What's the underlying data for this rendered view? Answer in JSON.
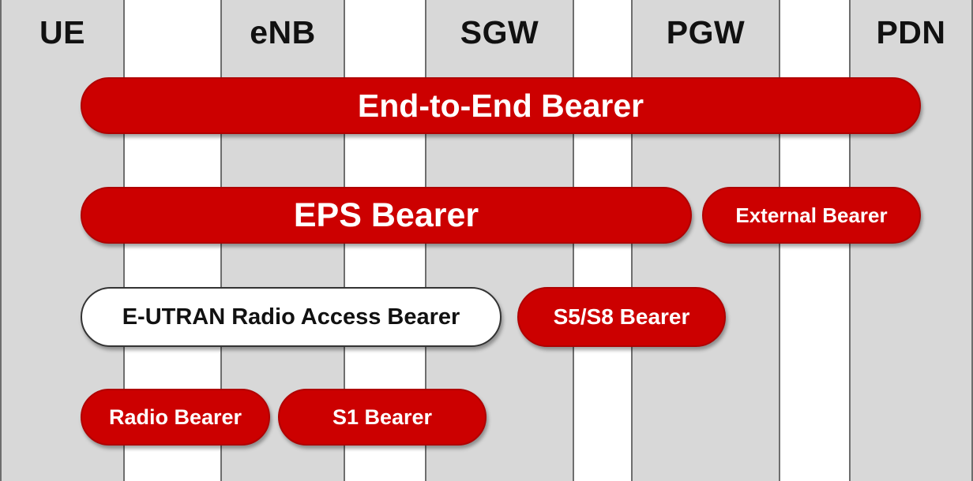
{
  "colors": {
    "column_fill": "#d8d8d8",
    "column_border": "#6e6e6e",
    "bearer_red": "#cc0000",
    "bearer_white": "#ffffff"
  },
  "nodes": {
    "ue": "UE",
    "enb": "eNB",
    "sgw": "SGW",
    "pgw": "PGW",
    "pdn": "PDN"
  },
  "bearers": {
    "end_to_end": "End-to-End Bearer",
    "eps": "EPS Bearer",
    "external": "External Bearer",
    "e_rab": "E-UTRAN Radio Access Bearer",
    "s5_s8": "S5/S8 Bearer",
    "radio": "Radio Bearer",
    "s1": "S1 Bearer"
  }
}
